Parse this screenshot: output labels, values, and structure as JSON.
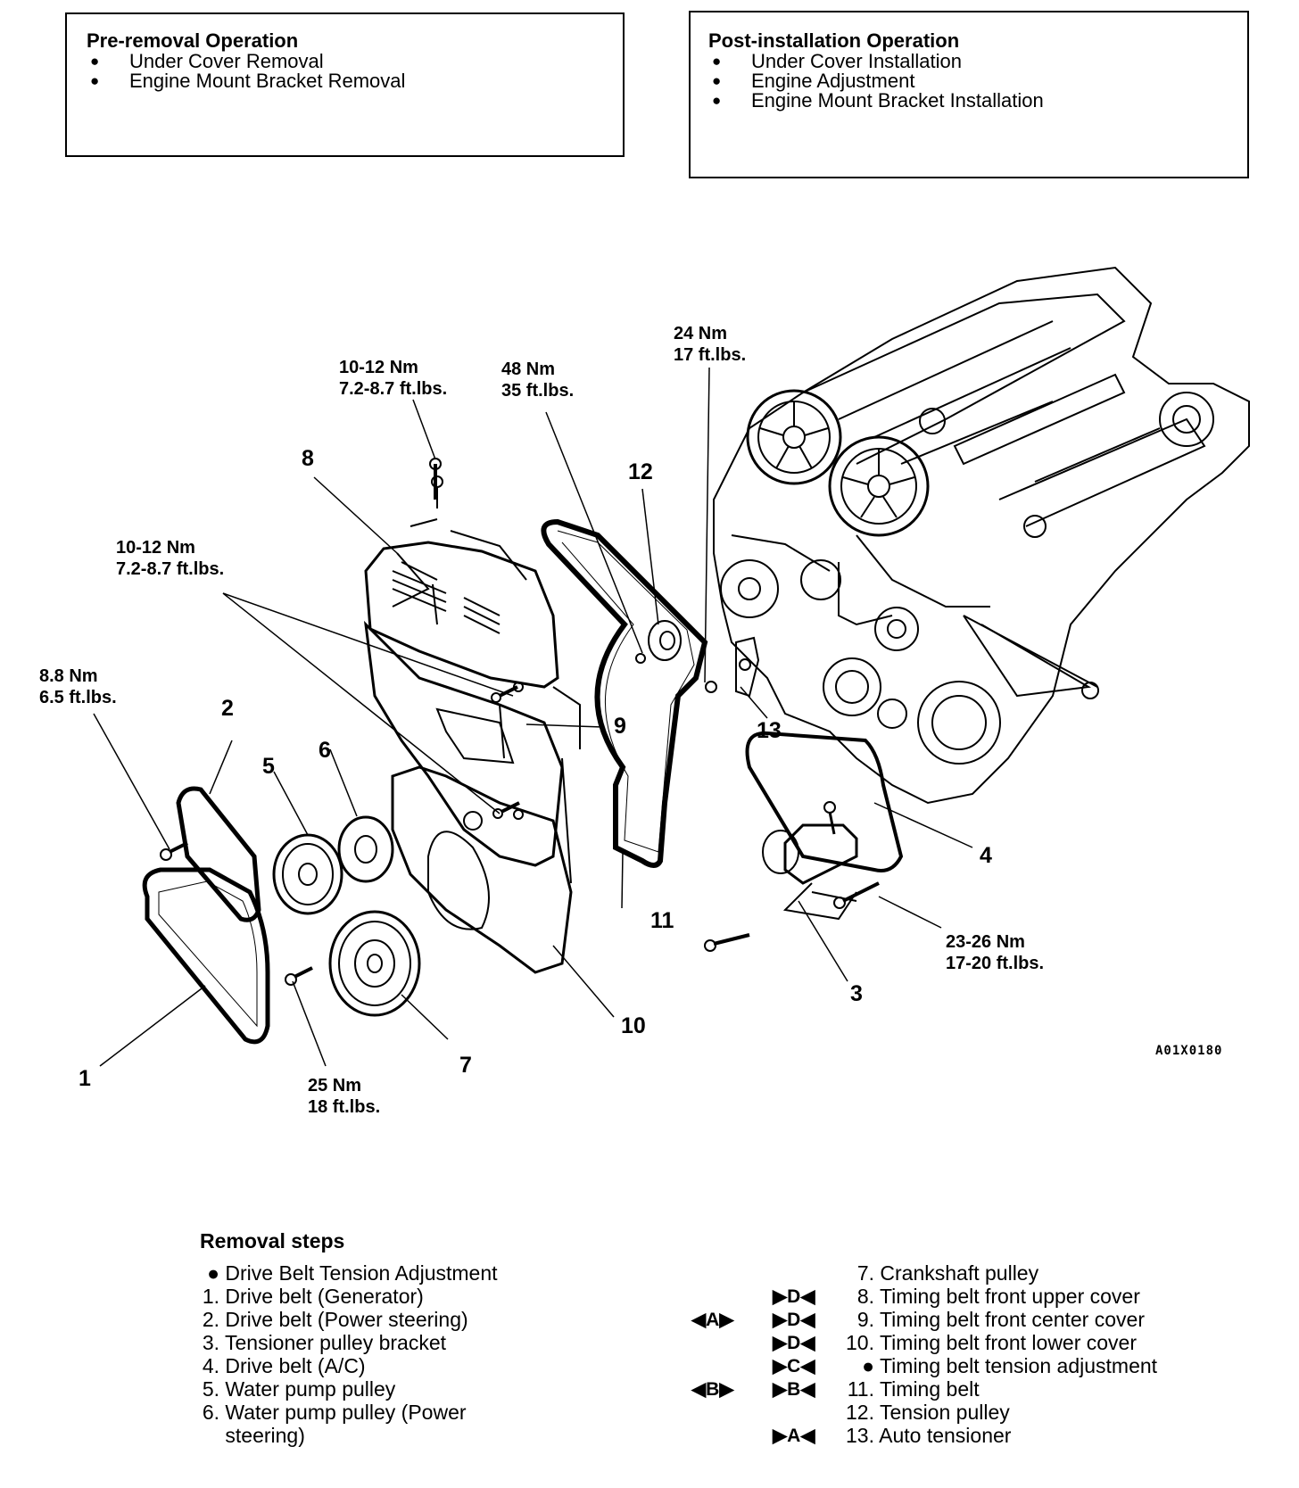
{
  "pre_removal": {
    "title": "Pre-removal Operation",
    "items": [
      "Under Cover Removal",
      "Engine Mount Bracket Removal"
    ]
  },
  "post_installation": {
    "title": "Post-installation Operation",
    "items": [
      "Under Cover Installation",
      "Engine Adjustment",
      "Engine Mount Bracket Installation"
    ]
  },
  "torque_specs": {
    "t1": {
      "nm": "10-12 Nm",
      "ft": "7.2-8.7 ft.lbs."
    },
    "t2": {
      "nm": "48 Nm",
      "ft": "35 ft.lbs."
    },
    "t3": {
      "nm": "24 Nm",
      "ft": "17 ft.lbs."
    },
    "t4": {
      "nm": "10-12 Nm",
      "ft": "7.2-8.7 ft.lbs."
    },
    "t5": {
      "nm": "8.8 Nm",
      "ft": "6.5 ft.lbs."
    },
    "t6": {
      "nm": "23-26 Nm",
      "ft": "17-20 ft.lbs."
    },
    "t7": {
      "nm": "25 Nm",
      "ft": "18 ft.lbs."
    }
  },
  "callouts": [
    "1",
    "2",
    "3",
    "4",
    "5",
    "6",
    "7",
    "8",
    "9",
    "10",
    "11",
    "12",
    "13"
  ],
  "figure_id": "A01X0180",
  "removal_steps": {
    "title": "Removal steps",
    "left": [
      {
        "num": "●",
        "text": "Drive Belt Tension Adjustment"
      },
      {
        "num": "1.",
        "text": "Drive belt (Generator)"
      },
      {
        "num": "2.",
        "text": "Drive belt (Power steering)"
      },
      {
        "num": "3.",
        "text": "Tensioner pulley bracket"
      },
      {
        "num": "4.",
        "text": "Drive belt (A/C)"
      },
      {
        "num": "5.",
        "text": "Water pump pulley"
      },
      {
        "num": "6.",
        "text": "Water pump pulley (Power"
      },
      {
        "num": "",
        "text": "steering)"
      }
    ],
    "right": [
      {
        "num": "7.",
        "text": "Crankshaft pulley"
      },
      {
        "num": "8.",
        "text": "Timing belt front upper cover"
      },
      {
        "num": "9.",
        "text": "Timing belt front center cover"
      },
      {
        "num": "10.",
        "text": "Timing belt front lower cover"
      },
      {
        "num": "●",
        "text": "Timing belt tension adjustment"
      },
      {
        "num": "11.",
        "text": "Timing belt"
      },
      {
        "num": "12.",
        "text": "Tension pulley"
      },
      {
        "num": "13.",
        "text": "Auto tensioner"
      }
    ],
    "marks": {
      "removal_A": "◀A▶",
      "removal_B": "◀B▶",
      "install_D1": "▶D◀",
      "install_D2": "▶D◀",
      "install_D3": "▶D◀",
      "install_C": "▶C◀",
      "install_B": "▶B◀",
      "install_A": "▶A◀"
    }
  }
}
